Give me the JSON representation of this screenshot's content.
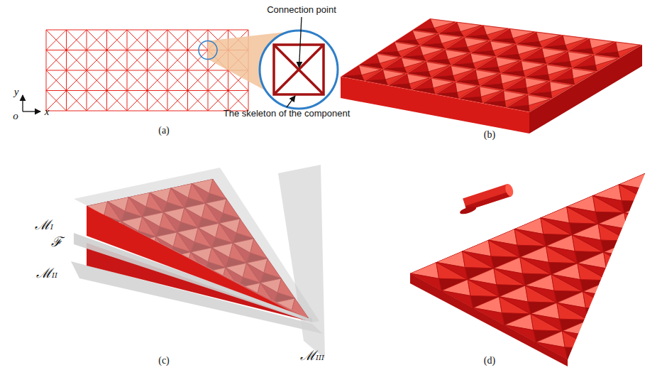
{
  "diagram": {
    "labels": [
      "Connection point",
      "The skeleton of the component",
      "y",
      "o",
      "x",
      "(a)",
      "(b)",
      "ℳI",
      "ℱ",
      "ℳII",
      "ℳIII",
      "(c)",
      "(d)"
    ]
  }
}
